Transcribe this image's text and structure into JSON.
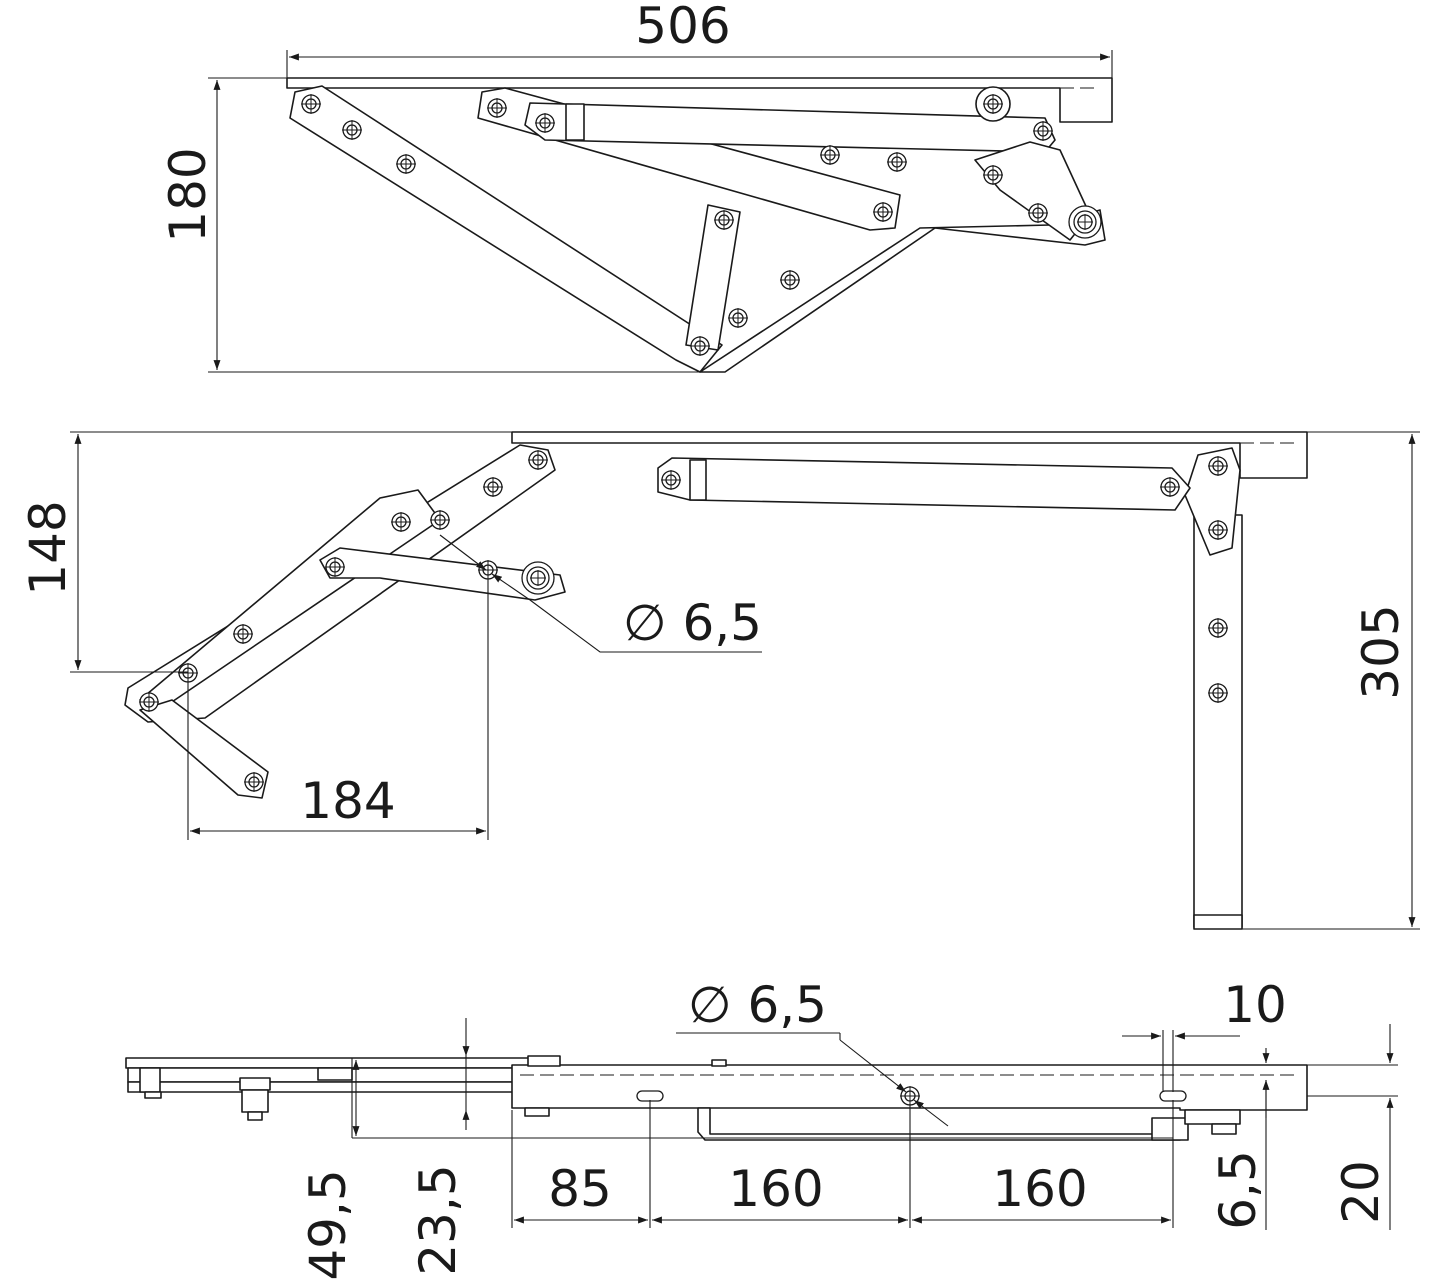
{
  "drawing": {
    "colors": {
      "line": "#1a1a1a",
      "paper": "#ffffff"
    },
    "views": {
      "folded": {
        "dims": {
          "width": "506",
          "height": "180"
        }
      },
      "unfolded": {
        "dims": {
          "height": "148",
          "reach": "184",
          "leg": "305",
          "hole": "∅ 6,5"
        }
      },
      "top": {
        "dims": {
          "hole": "∅ 6,5",
          "slot": "10",
          "offset_1": "49,5",
          "offset_2": "23,5",
          "pitch_1": "85",
          "pitch_2": "160",
          "pitch_3": "160",
          "thickness_1": "6,5",
          "thickness_2": "20"
        }
      }
    }
  }
}
